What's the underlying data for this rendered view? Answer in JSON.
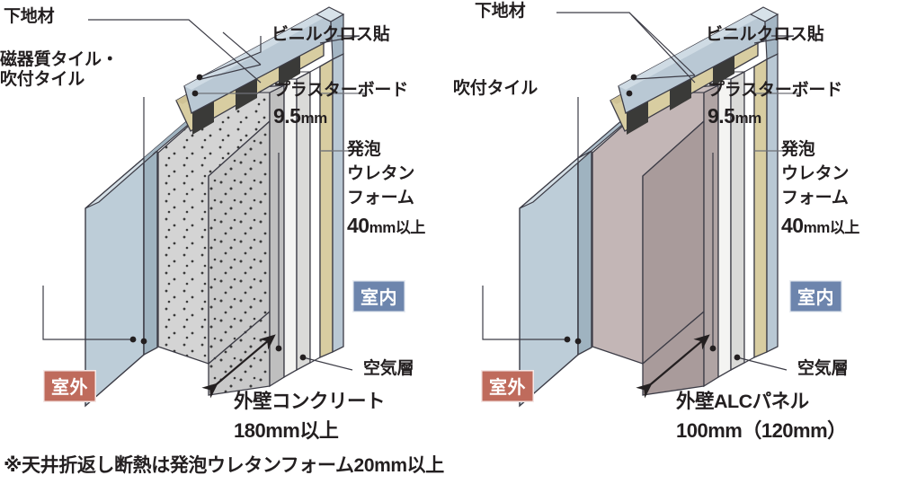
{
  "figure": {
    "title_alt": "外壁断熱構造断面図",
    "footnote": "※天井折返し断熱は発泡ウレタンフォーム20mm以上"
  },
  "colors": {
    "outline": "#3c3c46",
    "text": "#231f20",
    "indoor_badge": "#6d85ad",
    "outdoor_badge": "#bf6b5c",
    "tile_face": "#bdcdd8",
    "tile_top": "#9fb3c0",
    "concrete_face": "#c9c9c9",
    "concrete_top": "#d8d8d8",
    "alc_face": "#a99b9b",
    "alc_top": "#c3b6b6",
    "urethane_white": "#f4f4f2",
    "plasterboard": "#d8cda1",
    "stud_dark": "#3a3a38",
    "vinyl_cloth": "#b9c8d4",
    "air_gap": "#ffffff"
  },
  "panels": [
    {
      "id": "concrete-wall",
      "labels": {
        "substrate": "下地材",
        "exterior_finish": "磁器質タイル・\n吹付タイル",
        "vinyl_cloth": "ビニルクロス貼",
        "plaster_board": "プラスターボード",
        "plaster_board_thickness_value": "9.5",
        "plaster_board_thickness_unit": "mm",
        "urethane_line1": "発泡",
        "urethane_line2": "ウレタン",
        "urethane_line3": "フォーム",
        "urethane_thickness_value": "40",
        "urethane_thickness_rest": "mm以上",
        "air_layer": "空気層",
        "indoor": "室内",
        "outdoor": "室外"
      },
      "caption": {
        "line1": "外壁コンクリート",
        "line2": "180mm以上"
      }
    },
    {
      "id": "alc-wall",
      "labels": {
        "substrate": "下地材",
        "exterior_finish": "吹付タイル",
        "vinyl_cloth": "ビニルクロス貼",
        "plaster_board": "プラスターボード",
        "plaster_board_thickness_value": "9.5",
        "plaster_board_thickness_unit": "mm",
        "urethane_line1": "発泡",
        "urethane_line2": "ウレタン",
        "urethane_line3": "フォーム",
        "urethane_thickness_value": "40",
        "urethane_thickness_rest": "mm以上",
        "air_layer": "空気層",
        "indoor": "室内",
        "outdoor": "室外"
      },
      "caption": {
        "line1": "外壁ALCパネル",
        "line2": "100mm（120mm）"
      }
    }
  ]
}
